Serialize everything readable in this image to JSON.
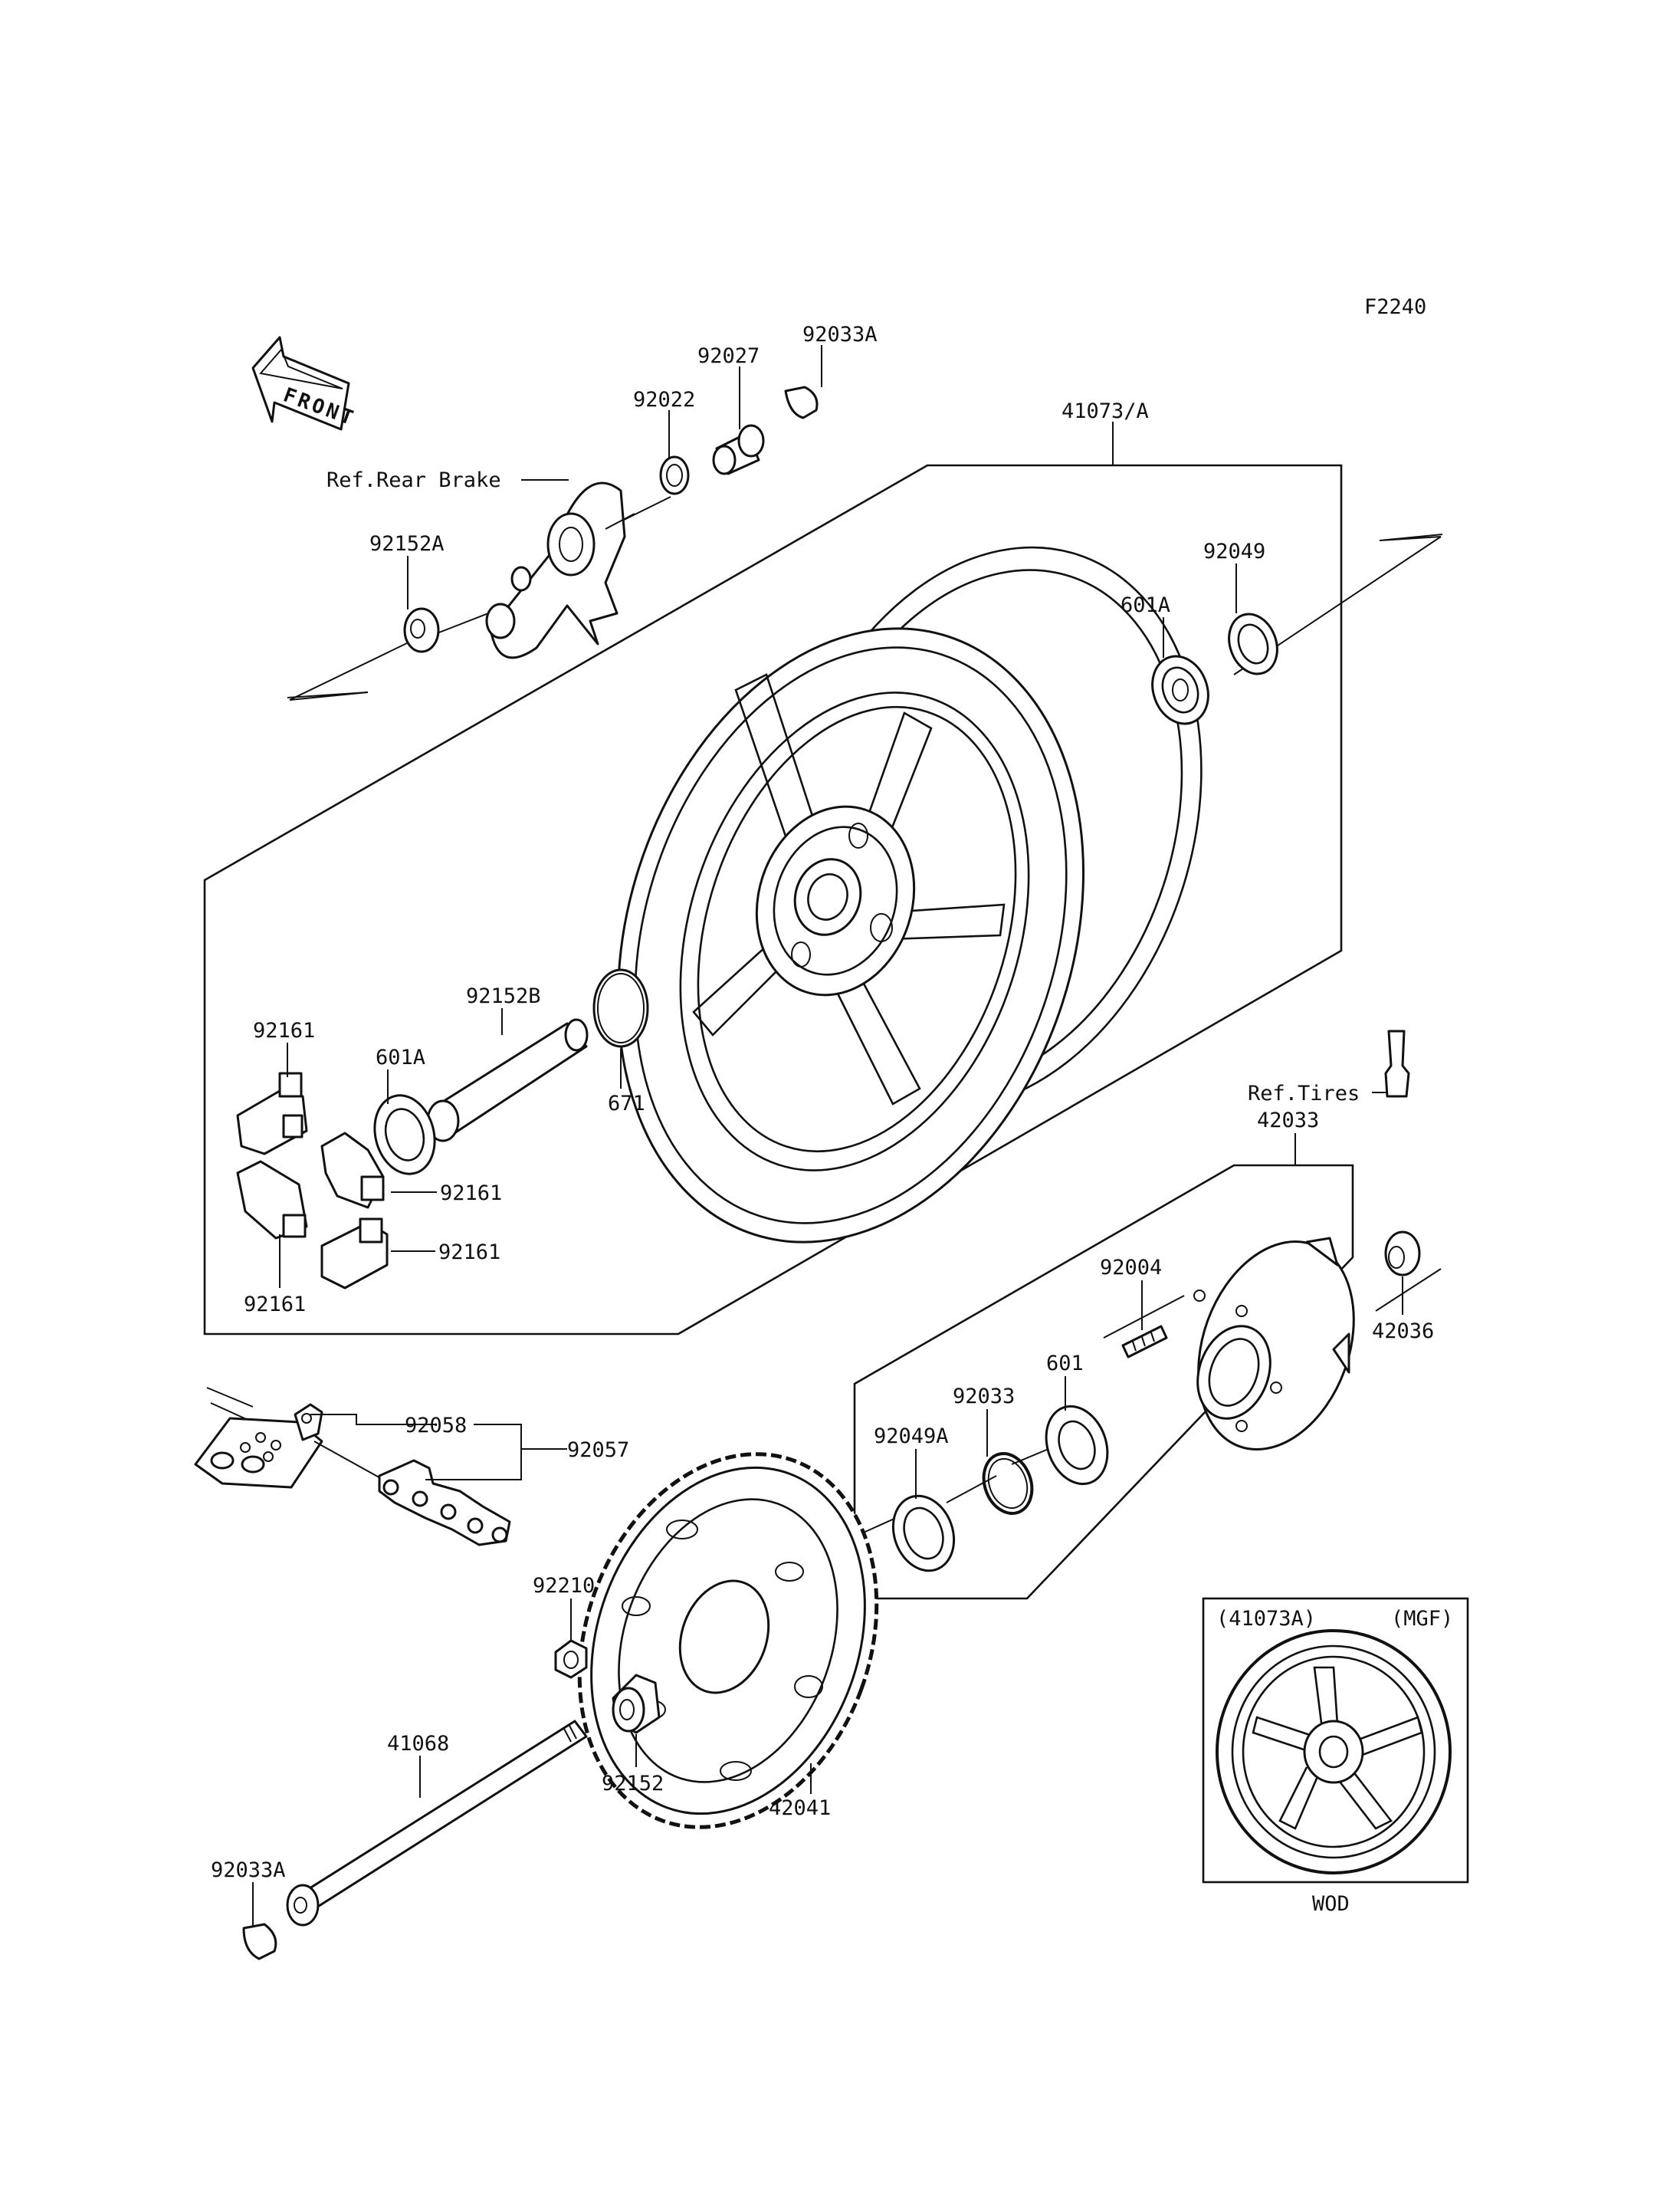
{
  "figure_code": "F2240",
  "front_arrow_label": "FRONT",
  "labels": {
    "p92033A_top": "92033A",
    "p92027": "92027",
    "p92022": "92022",
    "p41073": "41073/A",
    "ref_rear_brake": "Ref.Rear Brake",
    "p92152A": "92152A",
    "p92049": "92049",
    "p601A_right": "601A",
    "p92152B": "92152B",
    "p92161_top": "92161",
    "p601A_left": "601A",
    "p671": "671",
    "p92161_mid": "92161",
    "p92161_low": "92161",
    "p92161_bottom": "92161",
    "ref_tires": "Ref.Tires",
    "p42033": "42033",
    "p92004": "92004",
    "p42036": "42036",
    "p601": "601",
    "p92033": "92033",
    "p92049A": "92049A",
    "p92058": "92058",
    "p92057": "92057",
    "p92210": "92210",
    "p92152": "92152",
    "p42041": "42041",
    "p41068": "41068",
    "p92033A_bottom": "92033A"
  },
  "inset": {
    "part": "(41073A)",
    "variant": "(MGF)",
    "caption": "WOD"
  },
  "colors": {
    "ink": "#111111",
    "paper": "#ffffff"
  }
}
